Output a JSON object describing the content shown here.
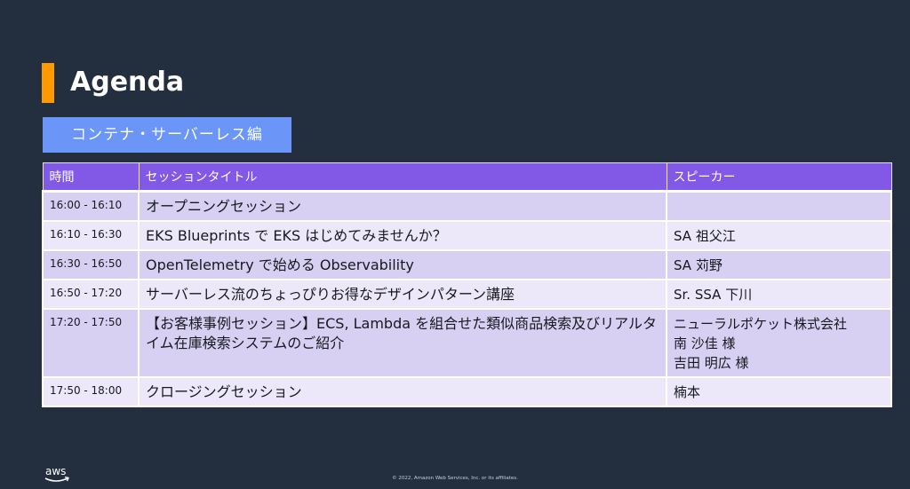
{
  "slide": {
    "title": "Agenda",
    "section_label": "コンテナ・サーバーレス編",
    "colors": {
      "background": "#232f3e",
      "accent": "#ff9900",
      "section_chip": "#6b96f8",
      "table_header": "#8258e6",
      "row_odd": "#d7d0f3",
      "row_even": "#ece8fa"
    }
  },
  "table": {
    "headers": [
      "時間",
      "セッションタイトル",
      "スピーカー"
    ],
    "rows": [
      {
        "time": "16:00 - 16:10",
        "title": "オープニングセッション",
        "speaker": [
          ""
        ]
      },
      {
        "time": "16:10 - 16:30",
        "title": "EKS Blueprints で EKS はじめてみませんか？",
        "speaker": [
          "SA 祖父江"
        ]
      },
      {
        "time": "16:30 - 16:50",
        "title": "OpenTelemetry で始める Observability",
        "speaker": [
          "SA 苅野"
        ]
      },
      {
        "time": "16:50 - 17:20",
        "title": "サーバーレス流のちょっぴりお得なデザインパターン講座",
        "speaker": [
          "Sr. SSA 下川"
        ]
      },
      {
        "time": "17:20 - 17:50",
        "title": "【お客様事例セッション】ECS, Lambda を組合せた類似商品検索及びリアルタイム在庫検索システムのご紹介",
        "speaker": [
          "ニューラルポケット株式会社",
          "南 沙佳 様",
          "吉田 明広 様"
        ]
      },
      {
        "time": "17:50 - 18:00",
        "title": "クロージングセッション",
        "speaker": [
          "楠本"
        ]
      }
    ]
  },
  "footer": {
    "logo_text": "aws",
    "copyright": "© 2022, Amazon Web Services, Inc. or its affiliates."
  }
}
